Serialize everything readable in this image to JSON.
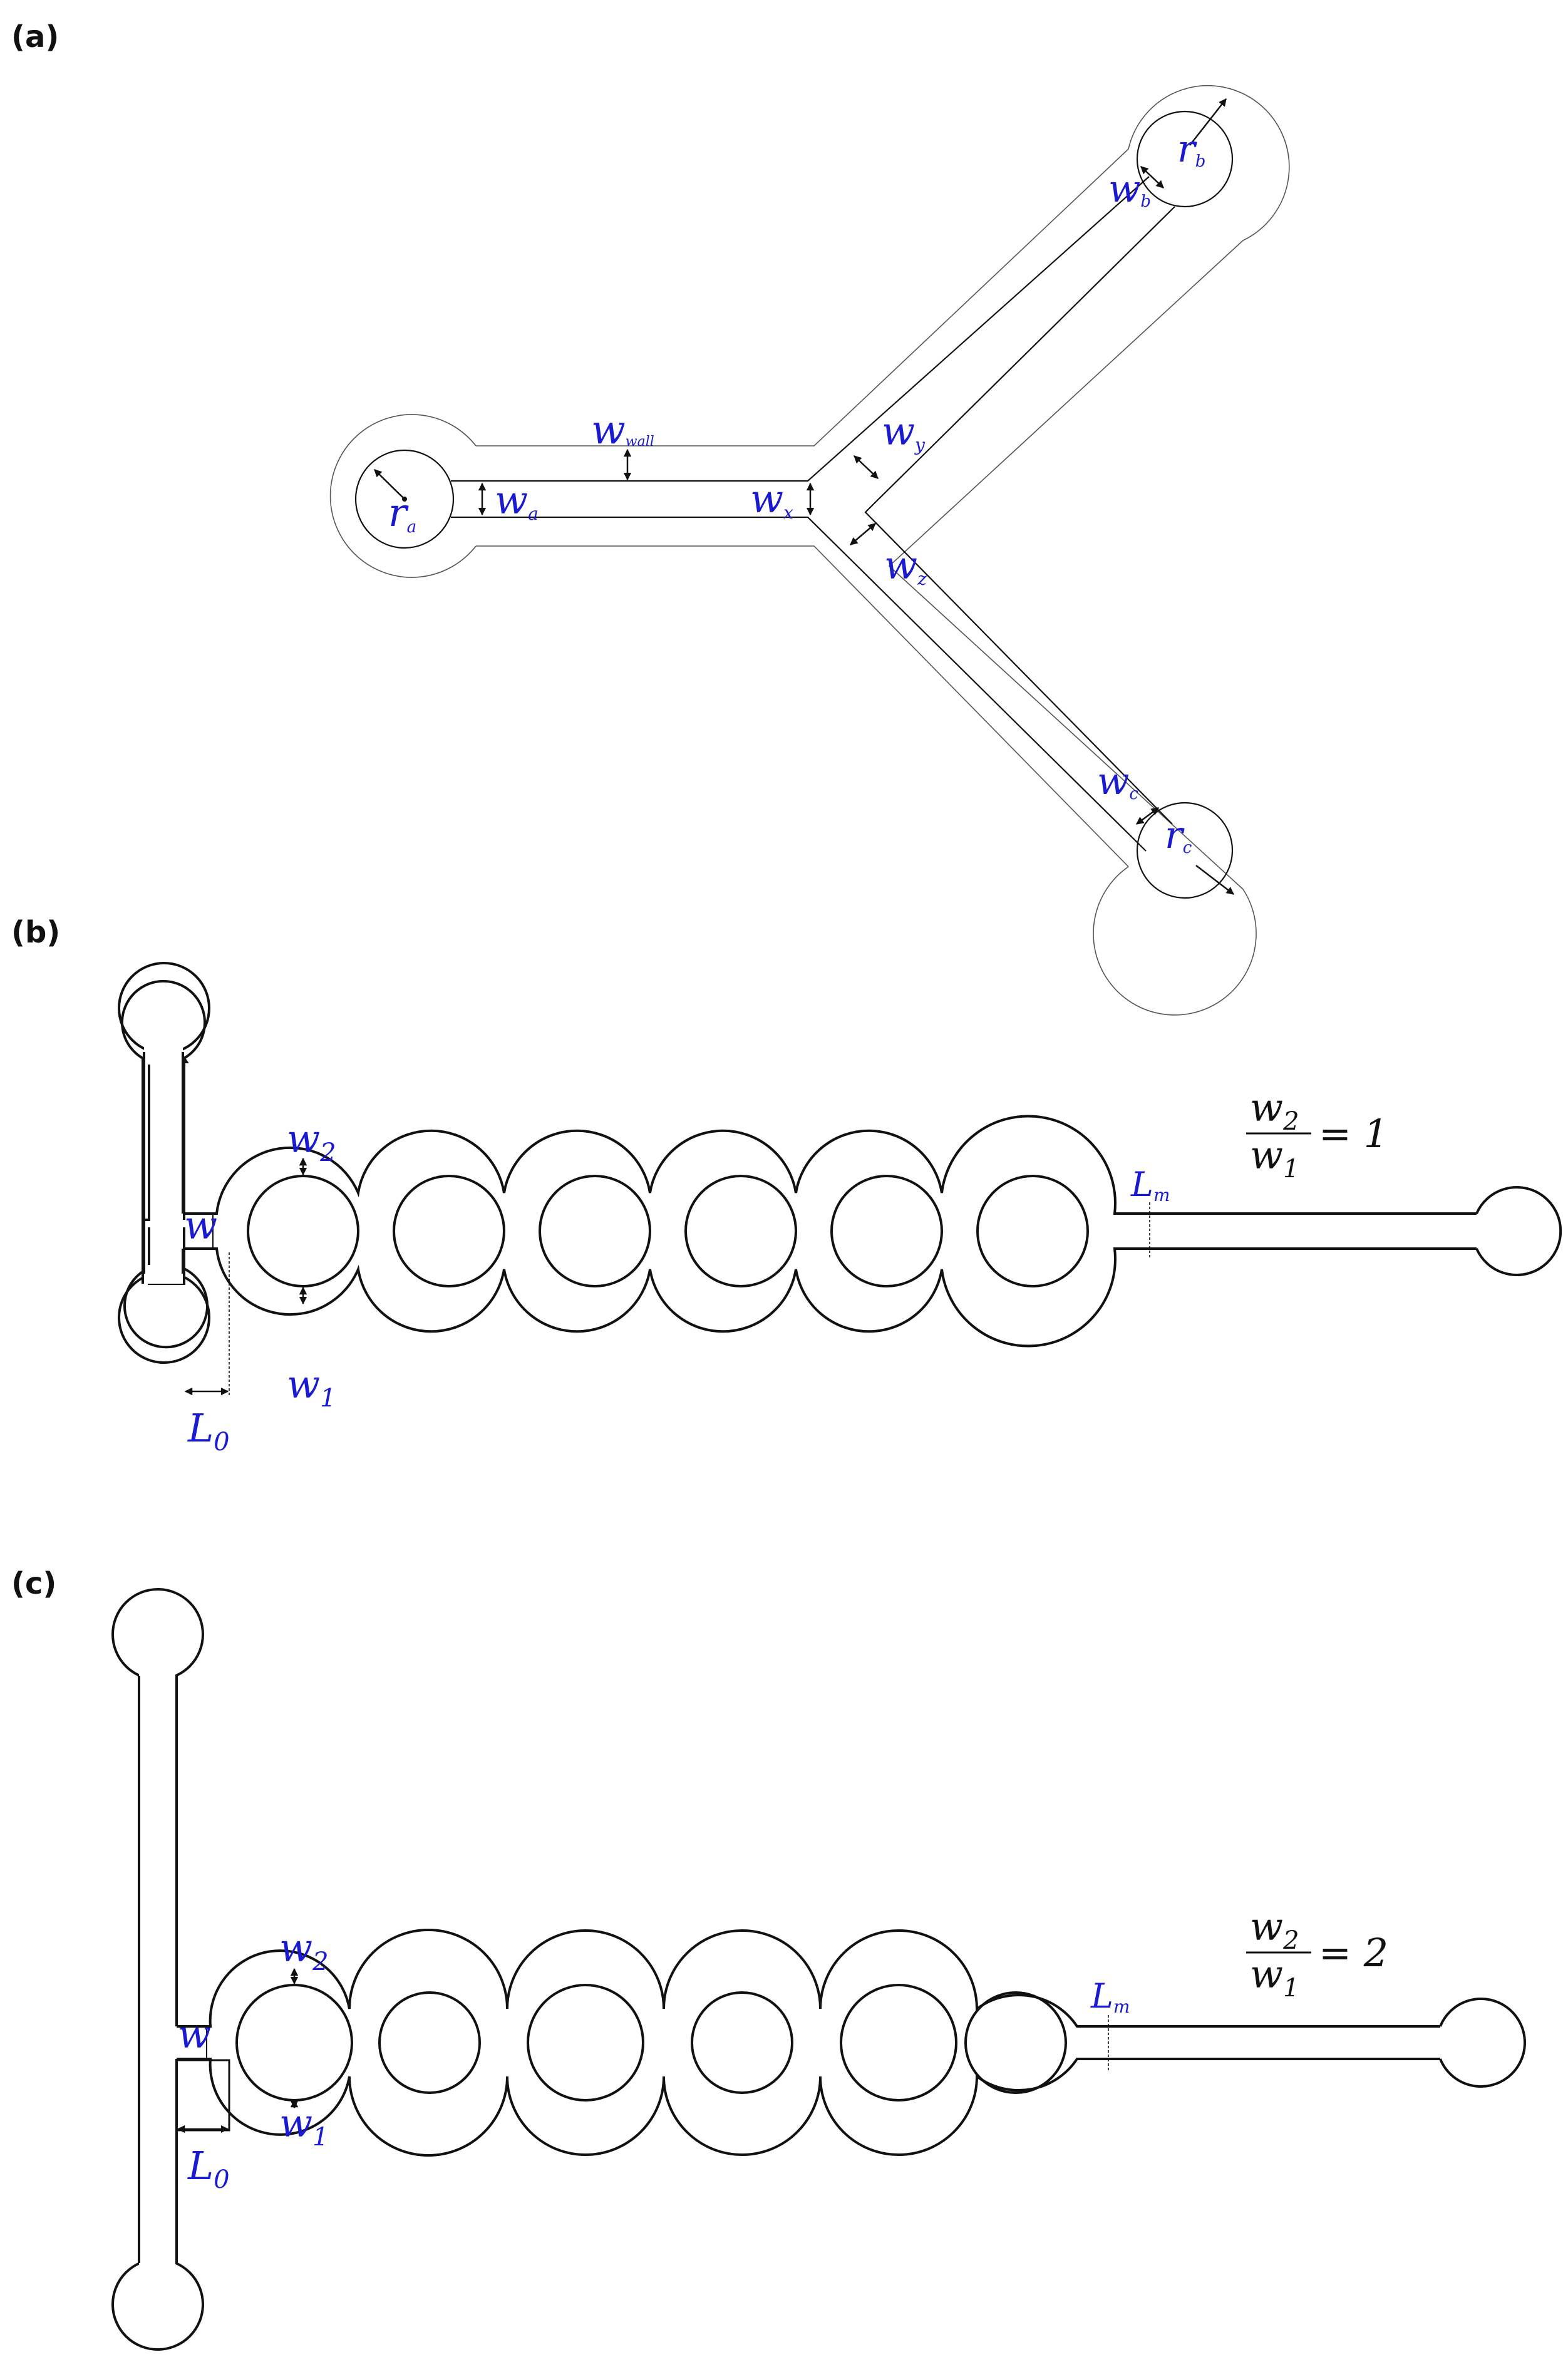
{
  "panels": {
    "a": {
      "label": "(a)"
    },
    "b": {
      "label": "(b)"
    },
    "c": {
      "label": "(c)"
    }
  },
  "labels_a": {
    "wwall_main": "w",
    "wwall_sub": "wall",
    "wa_main": "w",
    "wa_sub": "a",
    "wx_main": "w",
    "wx_sub": "x",
    "wy_main": "w",
    "wy_sub": "y",
    "wz_main": "w",
    "wz_sub": "z",
    "wb_main": "w",
    "wb_sub": "b",
    "wc_main": "w",
    "wc_sub": "c",
    "ra_main": "r",
    "ra_sub": "a",
    "rb_main": "r",
    "rb_sub": "b",
    "rc_main": "r",
    "rc_sub": "c"
  },
  "labels_b": {
    "w": "w",
    "w2_main": "w",
    "w2_sub": "2",
    "w1_main": "w",
    "w1_sub": "1",
    "L0_main": "L",
    "L0_sub": "0",
    "Lm_main": "L",
    "Lm_sub": "m",
    "ratio_num_main": "w",
    "ratio_num_sub": "2",
    "ratio_den_main": "w",
    "ratio_den_sub": "1",
    "ratio_value": "= 1"
  },
  "labels_c": {
    "w": "w",
    "w2_main": "w",
    "w2_sub": "2",
    "w1_main": "w",
    "w1_sub": "1",
    "L0_main": "L",
    "L0_sub": "0",
    "Lm_main": "L",
    "Lm_sub": "m",
    "ratio_num_main": "w",
    "ratio_num_sub": "2",
    "ratio_den_main": "w",
    "ratio_den_sub": "1",
    "ratio_value": "= 2"
  },
  "colors": {
    "label_blue": "#1a1ad0",
    "outline": "#111111",
    "wall_outline": "#555555",
    "background": "#ffffff"
  }
}
